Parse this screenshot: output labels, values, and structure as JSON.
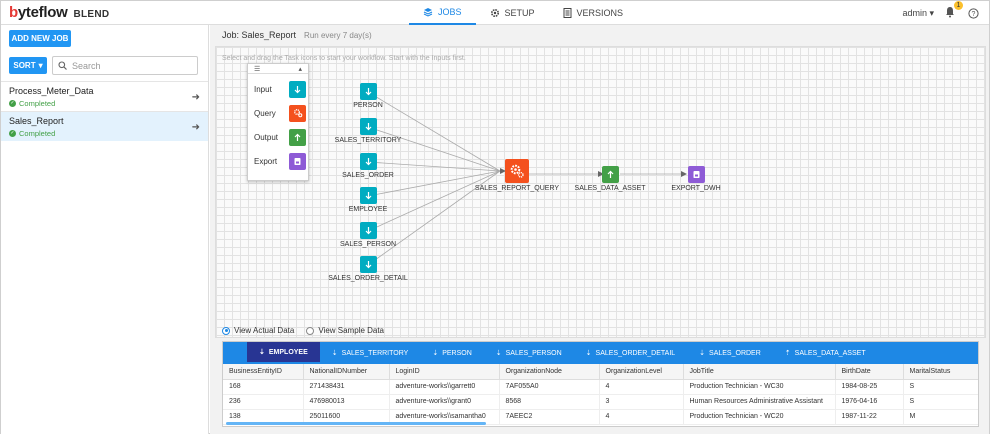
{
  "app": {
    "logo_prefix": "b",
    "logo_rest": "yteflow",
    "product": "BLEND"
  },
  "nav": {
    "tabs": [
      {
        "label": "JOBS",
        "icon": "layers-icon",
        "active": true
      },
      {
        "label": "SETUP",
        "icon": "gear-icon",
        "active": false
      },
      {
        "label": "VERSIONS",
        "icon": "document-icon",
        "active": false
      }
    ],
    "user": "admin",
    "notification_count": "1",
    "help_icon": "question-circle-icon"
  },
  "sidebar": {
    "add_job_label": "ADD NEW JOB",
    "sort_label": "SORT",
    "search_placeholder": "Search",
    "jobs": [
      {
        "name": "Process_Meter_Data",
        "status": "Completed",
        "selected": false
      },
      {
        "name": "Sales_Report",
        "status": "Completed",
        "selected": true
      }
    ]
  },
  "job": {
    "title": "Job: Sales_Report",
    "schedule": "Run every 7 day(s)",
    "hint": "Select and drag the Task icons to start your workflow. Start with the Inputs first."
  },
  "palette": {
    "items": [
      {
        "label": "Input",
        "icon": "arrow-down-icon",
        "color": "#00acc1"
      },
      {
        "label": "Query",
        "icon": "gears-icon",
        "color": "#f4511e"
      },
      {
        "label": "Output",
        "icon": "arrow-up-icon",
        "color": "#43a047"
      },
      {
        "label": "Export",
        "icon": "database-icon",
        "color": "#8e5bd6"
      }
    ]
  },
  "workflow": {
    "inputs": [
      "PERSON",
      "SALES_TERRITORY",
      "SALES_ORDER",
      "EMPLOYEE",
      "SALES_PERSON",
      "SALES_ORDER_DETAIL"
    ],
    "query": "SALES_REPORT_QUERY",
    "output": "SALES_DATA_ASSET",
    "export": "EXPORT_DWH"
  },
  "data_view": {
    "options": [
      {
        "label": "View Actual Data",
        "selected": true
      },
      {
        "label": "View Sample Data",
        "selected": false
      }
    ],
    "tabs": [
      {
        "label": "EMPLOYEE",
        "icon": "arrow-down-icon",
        "active": true
      },
      {
        "label": "SALES_TERRITORY",
        "icon": "arrow-down-icon",
        "active": false
      },
      {
        "label": "PERSON",
        "icon": "arrow-down-icon",
        "active": false
      },
      {
        "label": "SALES_PERSON",
        "icon": "arrow-down-icon",
        "active": false
      },
      {
        "label": "SALES_ORDER_DETAIL",
        "icon": "arrow-down-icon",
        "active": false
      },
      {
        "label": "SALES_ORDER",
        "icon": "arrow-down-icon",
        "active": false
      },
      {
        "label": "SALES_DATA_ASSET",
        "icon": "arrow-up-icon",
        "active": false
      }
    ],
    "columns": [
      "BusinessEntityID",
      "NationalIDNumber",
      "LoginID",
      "OrganizationNode",
      "OrganizationLevel",
      "JobTitle",
      "BirthDate",
      "MaritalStatus"
    ],
    "rows": [
      [
        "168",
        "271438431",
        "adventure-works\\\\garrett0",
        "7AF055A0",
        "4",
        "Production Technician - WC30",
        "1984-08-25",
        "S"
      ],
      [
        "236",
        "476980013",
        "adventure-works\\\\grant0",
        "8568",
        "3",
        "Human Resources Administrative Assistant",
        "1976-04-16",
        "S"
      ],
      [
        "138",
        "25011600",
        "adventure-works\\\\samantha0",
        "7AEEC2",
        "4",
        "Production Technician - WC20",
        "1987-11-22",
        "M"
      ]
    ]
  }
}
